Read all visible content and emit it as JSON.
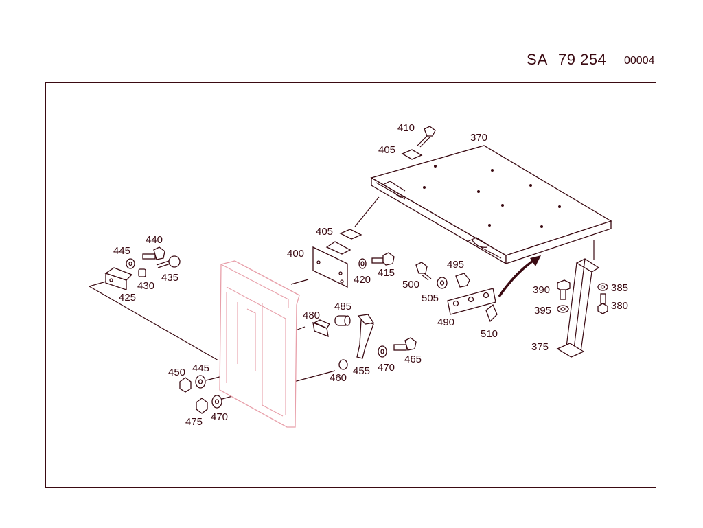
{
  "header": {
    "prefix": "SA",
    "number": "79 254",
    "code": "00004"
  },
  "labels": {
    "l370": "370",
    "l375": "375",
    "l380": "380",
    "l385": "385",
    "l390": "390",
    "l395": "395",
    "l400": "400",
    "l405a": "405",
    "l405b": "405",
    "l410": "410",
    "l415": "415",
    "l420": "420",
    "l425": "425",
    "l430": "430",
    "l435": "435",
    "l440": "440",
    "l445a": "445",
    "l445b": "445",
    "l450": "450",
    "l455": "455",
    "l460": "460",
    "l465": "465",
    "l470a": "470",
    "l470b": "470",
    "l475": "475",
    "l480": "480",
    "l485": "485",
    "l490": "490",
    "l495": "495",
    "l500": "500",
    "l505": "505",
    "l510": "510"
  },
  "colors": {
    "ink": "#3a0a12",
    "faint": "#e8a0aa",
    "background": "#ffffff"
  }
}
